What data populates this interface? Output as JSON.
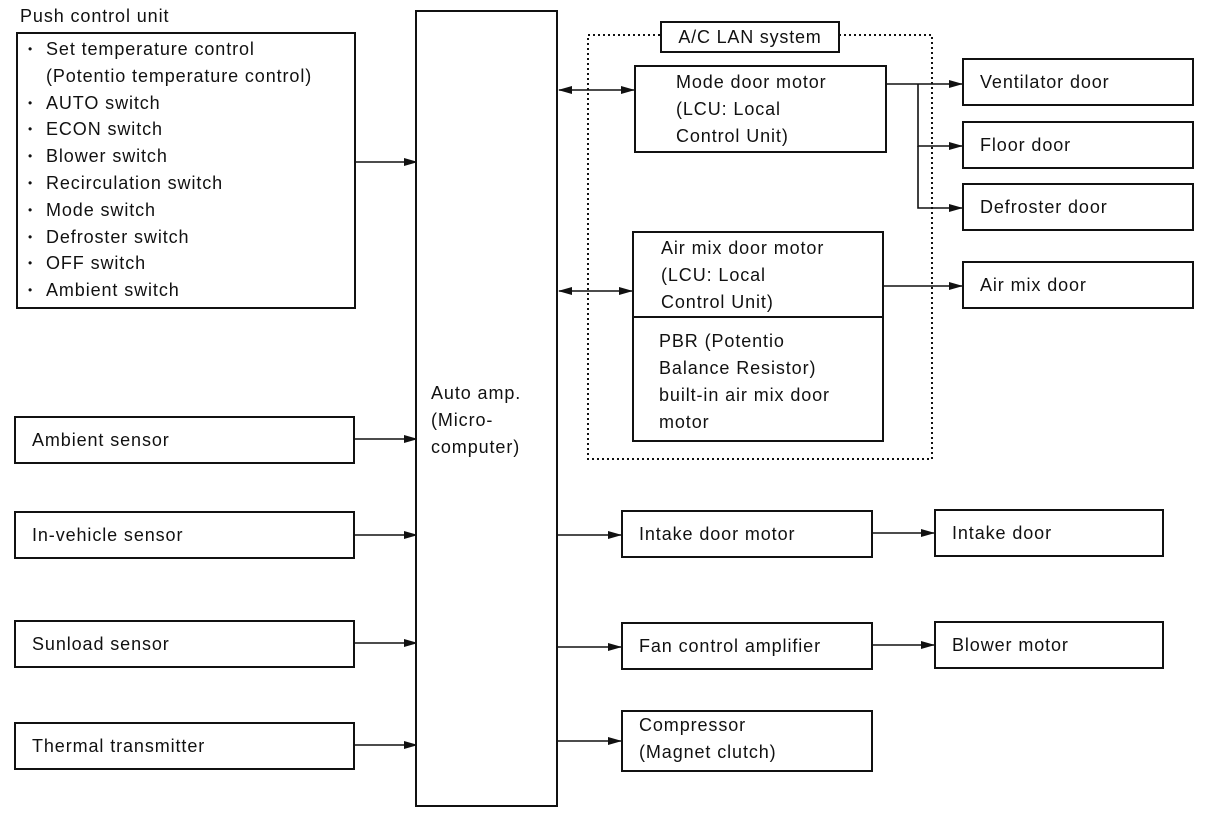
{
  "push_control_unit": {
    "title": "Push control unit",
    "items": [
      {
        "bullet": "•",
        "text": "Set temperature control",
        "sub": "(Potentio temperature control)"
      },
      {
        "bullet": "•",
        "text": "AUTO switch"
      },
      {
        "bullet": "•",
        "text": "ECON switch"
      },
      {
        "bullet": "•",
        "text": "Blower switch"
      },
      {
        "bullet": "•",
        "text": "Recirculation switch"
      },
      {
        "bullet": "•",
        "text": "Mode switch"
      },
      {
        "bullet": "•",
        "text": "Defroster switch"
      },
      {
        "bullet": "•",
        "text": "OFF switch"
      },
      {
        "bullet": "•",
        "text": "Ambient switch"
      }
    ]
  },
  "sensors": {
    "ambient": "Ambient sensor",
    "in_vehicle": "In-vehicle sensor",
    "sunload": "Sunload sensor",
    "thermal": "Thermal transmitter"
  },
  "auto_amp": {
    "line1": "Auto amp.",
    "line2": "(Micro-",
    "line3": "computer)"
  },
  "ac_lan": {
    "title": "A/C LAN system",
    "mode_door_motor": {
      "line1": "Mode door motor",
      "line2": "(LCU: Local",
      "line3": "Control Unit)"
    },
    "air_mix_motor": {
      "line1": "Air mix door motor",
      "line2": "(LCU: Local",
      "line3": "Control Unit)"
    },
    "pbr": {
      "line1": "PBR (Potentio",
      "line2": "Balance Resistor)",
      "line3": "built-in air mix door",
      "line4": "motor"
    }
  },
  "doors": {
    "ventilator": "Ventilator door",
    "floor": "Floor door",
    "defroster": "Defroster door",
    "air_mix": "Air mix door",
    "intake": "Intake door"
  },
  "outputs": {
    "intake_motor": "Intake door motor",
    "fan_amp": "Fan control amplifier",
    "blower_motor": "Blower motor",
    "compressor": {
      "line1": "Compressor",
      "line2": "(Magnet clutch)"
    }
  }
}
